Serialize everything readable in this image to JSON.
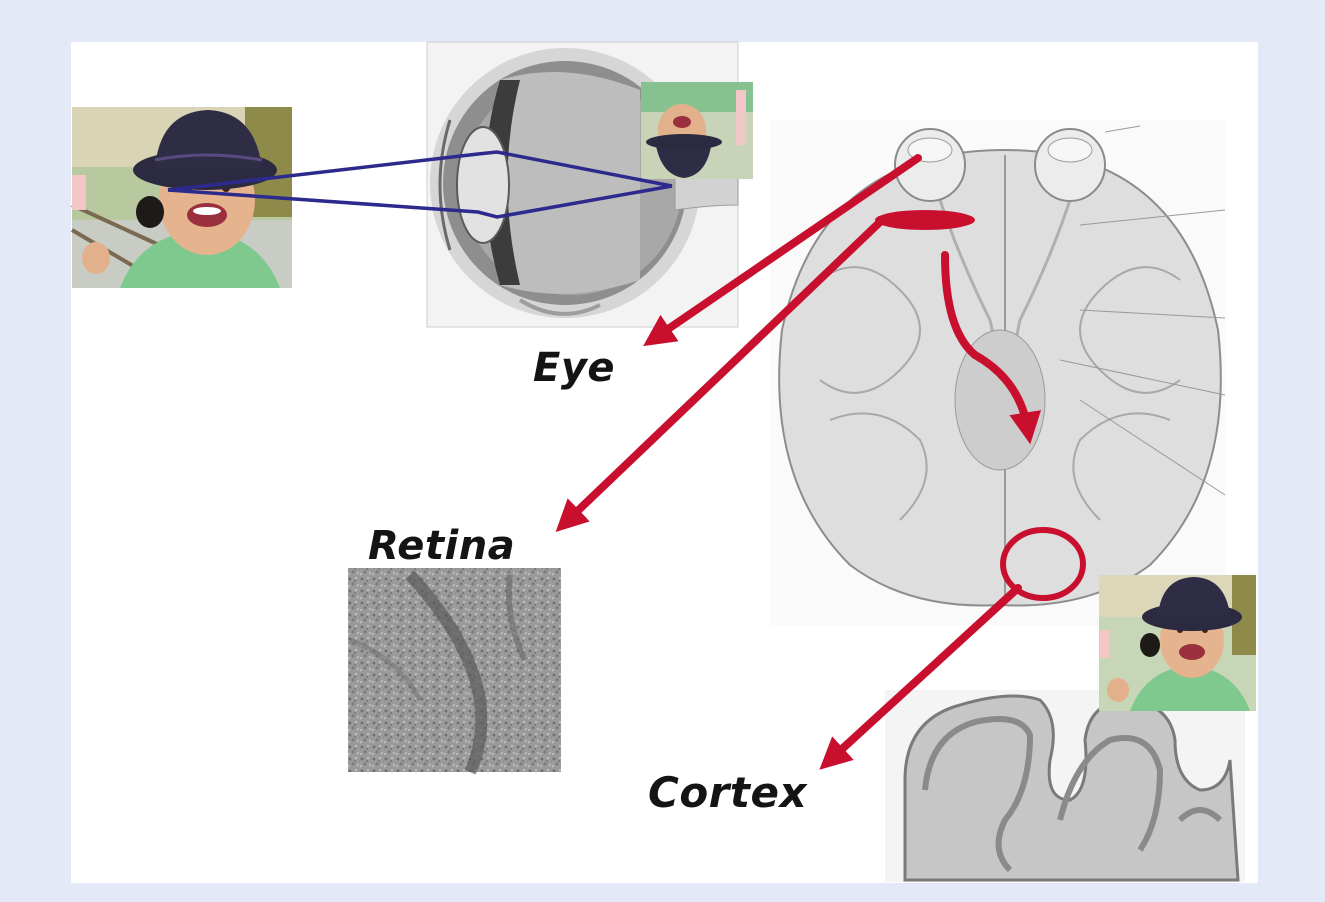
{
  "labels": {
    "eye": "Eye",
    "retina": "Retina",
    "cortex": "Cortex"
  },
  "colors": {
    "page_background": "#e3e9f6",
    "panel_background": "#ffffff",
    "pathway_arrows": "#c8102e",
    "light_rays": "#2c2a8c",
    "label_text": "#141414"
  },
  "images": [
    {
      "name": "child-photo",
      "description": "Photo of a smiling child wearing a dark hat"
    },
    {
      "name": "eye-cross-section",
      "description": "Grayscale anatomical cross-section of the eye"
    },
    {
      "name": "inverted-retinal-image",
      "description": "Upside-down photo of the child projected on the retina"
    },
    {
      "name": "brain-ventral-view",
      "description": "Anatomical drawing of the brain from below with eyes and optic pathway"
    },
    {
      "name": "retina-micrograph",
      "description": "Grayscale micrograph of retinal tissue"
    },
    {
      "name": "cortex-section",
      "description": "Histological section of folded visual cortex"
    },
    {
      "name": "cortex-child-photo",
      "description": "Upright photo of the child representing cortical percept"
    }
  ]
}
